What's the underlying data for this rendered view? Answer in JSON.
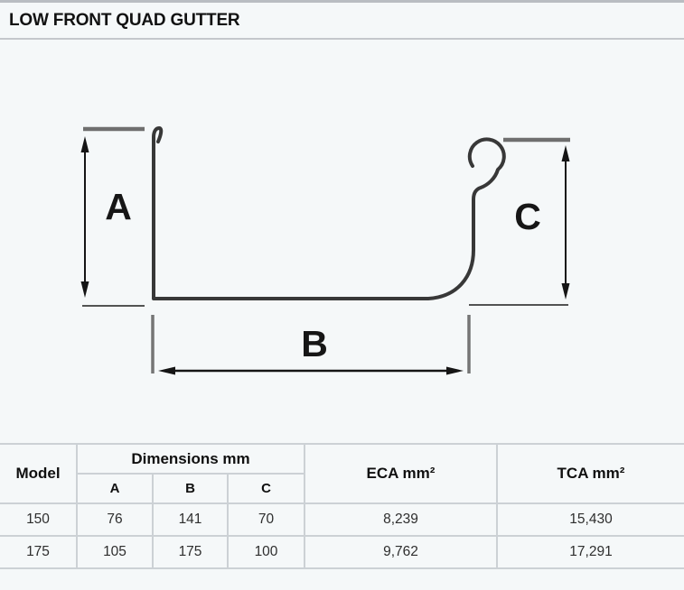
{
  "header": {
    "title": "LOW FRONT QUAD GUTTER"
  },
  "diagram": {
    "labels": {
      "a": "A",
      "b": "B",
      "c": "C"
    }
  },
  "table": {
    "headers": {
      "model": "Model",
      "dimensions": "Dimensions mm",
      "a": "A",
      "b": "B",
      "c": "C",
      "eca": "ECA mm²",
      "tca": "TCA mm²"
    },
    "rows": [
      {
        "model": "150",
        "a": "76",
        "b": "141",
        "c": "70",
        "eca": "8,239",
        "tca": "15,430"
      },
      {
        "model": "175",
        "a": "105",
        "b": "175",
        "c": "100",
        "eca": "9,762",
        "tca": "17,291"
      }
    ]
  },
  "colors": {
    "page_bg": "#f5f8f9",
    "table_border": "#ccd1d5",
    "profile_stroke": "#383838",
    "dim_line": "#151515",
    "tick_gray": "#6f6f6f"
  }
}
